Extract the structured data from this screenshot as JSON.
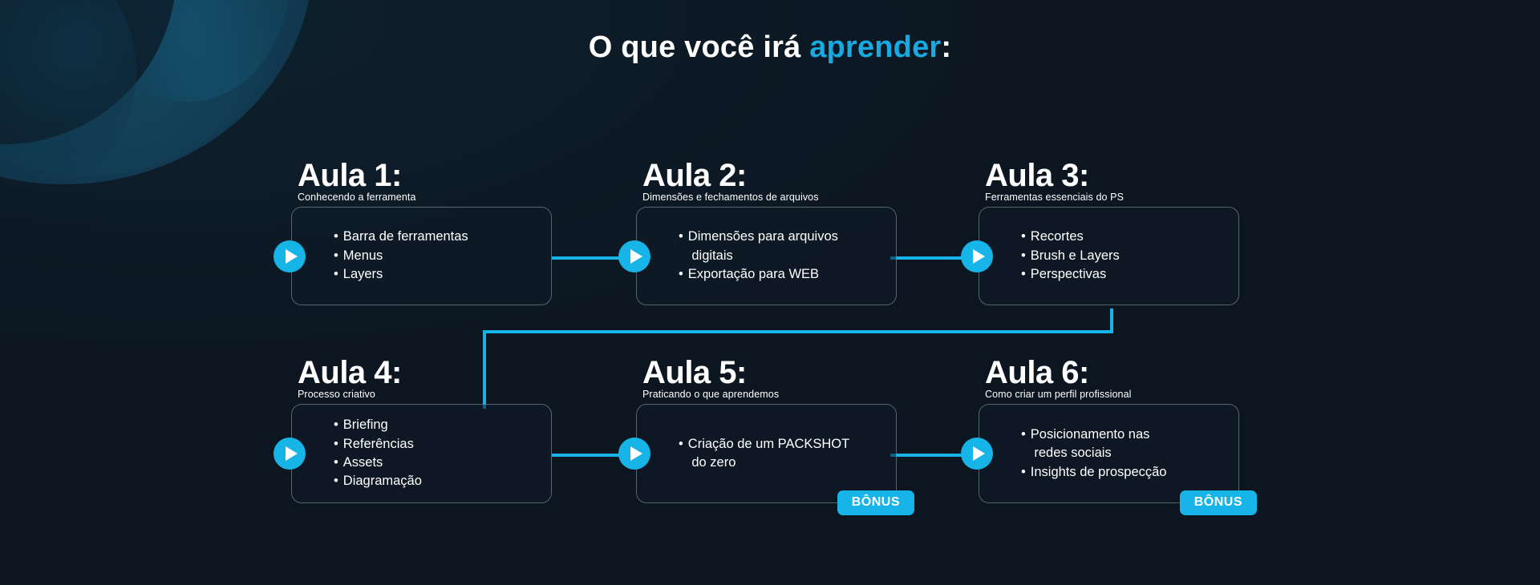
{
  "header": {
    "title_plain": "O que você irá ",
    "title_accent": "aprender",
    "title_suffix": ":"
  },
  "theme": {
    "background": "#0c1620",
    "accent": "#17b4e8",
    "title_accent": "#17a9e0",
    "card_background": "rgba(15,28,40,.55)",
    "card_border": "rgba(190,205,218,.42)",
    "text": "#ffffff"
  },
  "icons": {
    "play": "play-icon",
    "bullet": "•"
  },
  "lessons": [
    {
      "id": "aula-1",
      "title": "Aula 1:",
      "subtitle": "Conhecendo a ferramenta",
      "items": [
        "Barra de ferramentas",
        "Menus",
        "Layers"
      ],
      "bonus": null
    },
    {
      "id": "aula-2",
      "title": "Aula 2:",
      "subtitle": "Dimensões e fechamentos de arquivos",
      "items": [
        "Dimensões para arquivos\n digitais",
        "Exportação para WEB"
      ],
      "bonus": null
    },
    {
      "id": "aula-3",
      "title": "Aula 3:",
      "subtitle": "Ferramentas essenciais do PS",
      "items": [
        "Recortes",
        "Brush e Layers",
        "Perspectivas"
      ],
      "bonus": null
    },
    {
      "id": "aula-4",
      "title": "Aula 4:",
      "subtitle": "Processo criativo",
      "items": [
        "Briefing",
        "Referências",
        "Assets",
        "Diagramação"
      ],
      "bonus": null
    },
    {
      "id": "aula-5",
      "title": "Aula 5:",
      "subtitle": "Praticando o que aprendemos",
      "items": [
        "Criação de um PACKSHOT\n do zero"
      ],
      "bonus": "BÔNUS"
    },
    {
      "id": "aula-6",
      "title": "Aula 6:",
      "subtitle": "Como criar um perfil profissional",
      "items": [
        "Posicionamento nas\n redes sociais",
        "Insights de prospecção"
      ],
      "bonus": "BÔNUS"
    }
  ]
}
